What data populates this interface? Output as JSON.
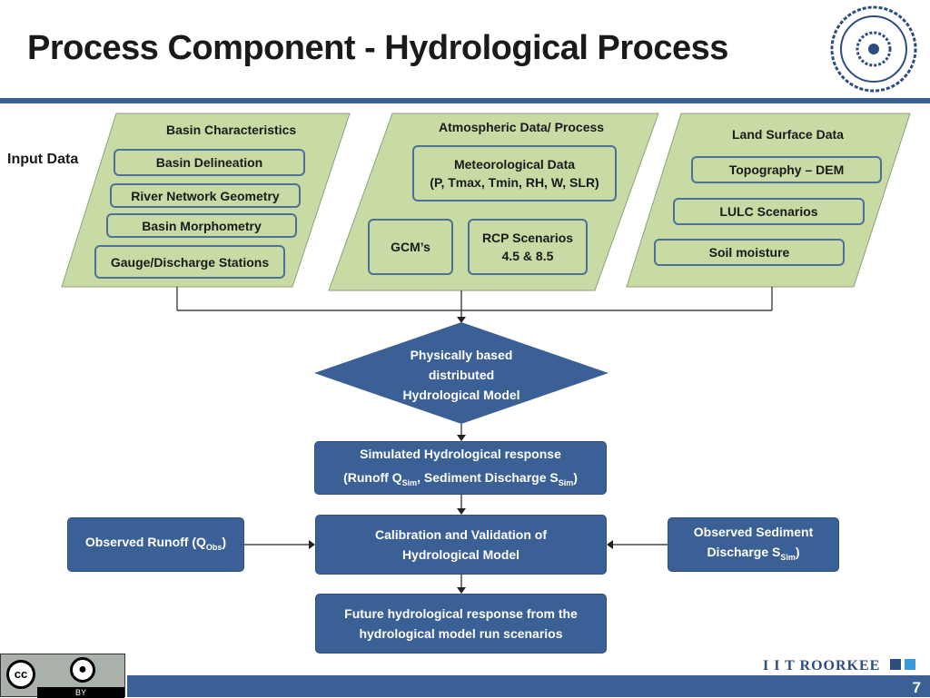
{
  "title": "Process Component - Hydrological Process",
  "input_label": "Input Data",
  "groups": {
    "basin": {
      "header": "Basin Characteristics",
      "items": [
        "Basin Delineation",
        "River Network Geometry",
        "Basin Morphometry",
        "Gauge/Discharge Stations"
      ]
    },
    "atmos": {
      "header": "Atmospheric Data/ Process",
      "met_line1": "Meteorological Data",
      "met_line2": "(P, Tmax, Tmin, RH, W, SLR)",
      "gcm": "GCM’s",
      "rcp_line1": "RCP Scenarios",
      "rcp_line2": "4.5 & 8.5"
    },
    "land": {
      "header": "Land Surface Data",
      "items": [
        "Topography – DEM",
        "LULC Scenarios",
        "Soil moisture"
      ]
    }
  },
  "model": {
    "line1": "Physically based",
    "line2": "distributed",
    "line3": "Hydrological Model"
  },
  "simulated": {
    "line1": "Simulated Hydrological response",
    "pre": "(Runoff Q",
    "sub1": "Sim",
    "mid": ", Sediment Discharge S",
    "sub2": "Sim",
    "post": ")"
  },
  "calibration": {
    "line1": "Calibration and Validation of",
    "line2": "Hydrological Model"
  },
  "observed_runoff": {
    "pre": "Observed Runoff (Q",
    "sub": "Obs",
    "post": ")"
  },
  "observed_sediment": {
    "line1": "Observed Sediment",
    "pre": "Discharge S",
    "sub": "Sim",
    "post": ")"
  },
  "future": {
    "line1": "Future hydrological response from the",
    "line2": "hydrological model run scenarios"
  },
  "footer": {
    "brand": "I I T ROORKEE",
    "page": "7",
    "license_by": "BY"
  },
  "colors": {
    "blue": "#3b6096",
    "green": "#c8dba4"
  }
}
